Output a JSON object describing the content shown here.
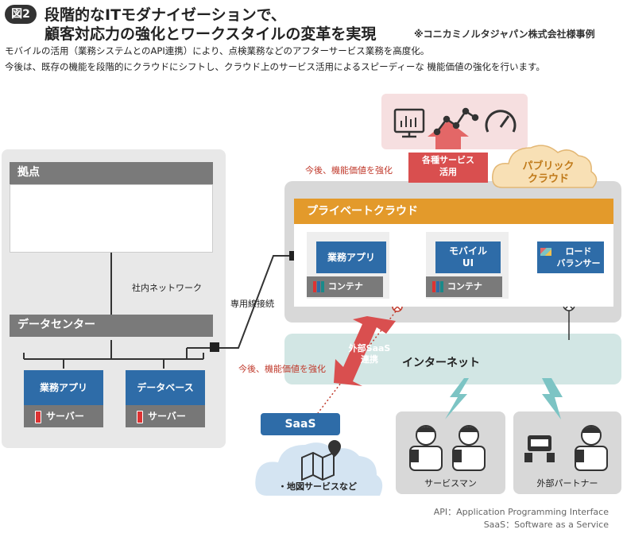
{
  "header": {
    "figure_badge": "図2",
    "title_line1": "段階的なITモダナイゼーションで、",
    "title_line2": "顧客対応力の強化とワークスタイルの変革を実現",
    "title_note": "※コニカミノルタジャパン株式会社様事例",
    "desc_line1": "モバイルの活用（業務システムとのAPI連携）により、点検業務などのアフターサービス業務を高度化。",
    "desc_line2": "今後は、既存の機能を段階的にクラウドにシフトし、クラウド上のサービス活用によるスピーディーな 機能価値の強化を行います。"
  },
  "onprem": {
    "branch_label": "拠点",
    "network_label": "社内ネットワーク",
    "datacenter_label": "データセンター",
    "app_label": "業務アプリ",
    "db_label": "データベース",
    "server_label": "サーバー"
  },
  "link_label": "専用線接続",
  "cloud": {
    "public_cloud_label": "パブリック\nクラウド",
    "private_cloud_label": "プライベートクラウド",
    "business_app_label": "業務アプリ",
    "mobile_ui_label": "モバイル\nUI",
    "container_label": "コンテナ",
    "load_balancer_label": "ロード\nバランサー",
    "services_arrow_label": "各種サービス\n活用",
    "future_note_top": "今後、機能価値を強化"
  },
  "internet": {
    "label": "インターネット",
    "saas_arrow_label": "外部SaaS\n連携",
    "future_note_bottom": "今後、機能価値を強化"
  },
  "saas": {
    "label": "SaaS",
    "item": "・地図サービスなど"
  },
  "users": {
    "serviceman_label": "サービスマン",
    "partner_label": "外部パートナー"
  },
  "footnotes": {
    "api": "API：Application Programming Interface",
    "saas": "SaaS：Software as a Service"
  },
  "colors": {
    "accent_orange": "#e39a2b",
    "cloud_blue": "#2e6ca8",
    "internet_teal": "#d2e6e4",
    "arrow_red": "#d94f4f"
  }
}
